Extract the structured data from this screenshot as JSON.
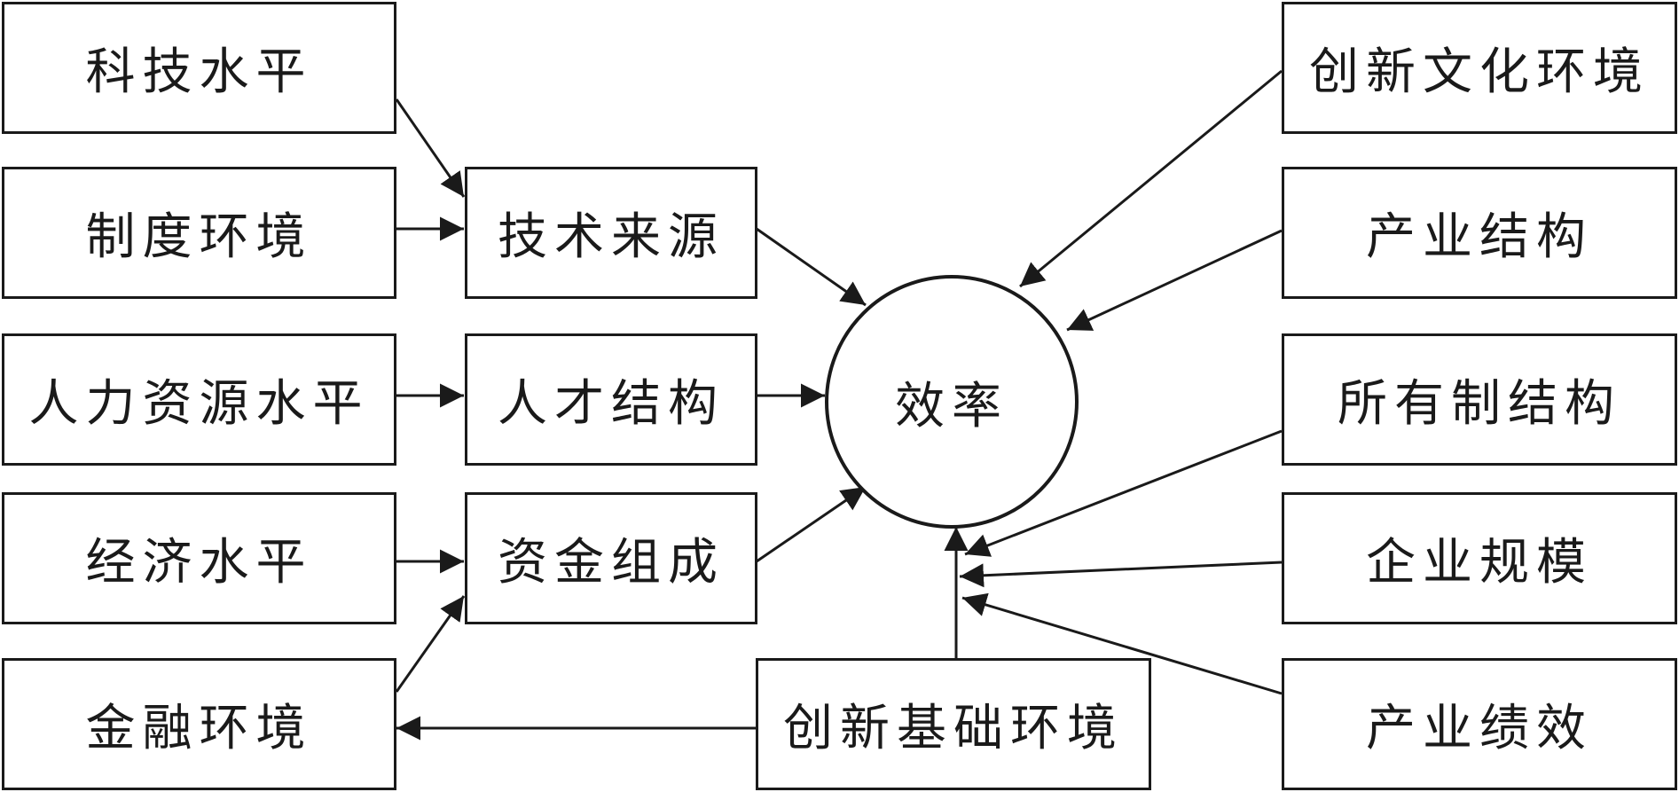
{
  "diagram": {
    "left": {
      "keji": "科技水平",
      "zhidu": "制度环境",
      "renli": "人力资源水平",
      "jingji": "经济水平",
      "jinrong": "金融环境"
    },
    "middle": {
      "jishu": "技术来源",
      "rencai": "人才结构",
      "zijin": "资金组成"
    },
    "center": "效率",
    "bottom": "创新基础环境",
    "right": {
      "wenhua": "创新文化环境",
      "chanye": "产业结构",
      "suoyou": "所有制结构",
      "guimo": "企业规模",
      "jixiao": "产业绩效"
    }
  }
}
